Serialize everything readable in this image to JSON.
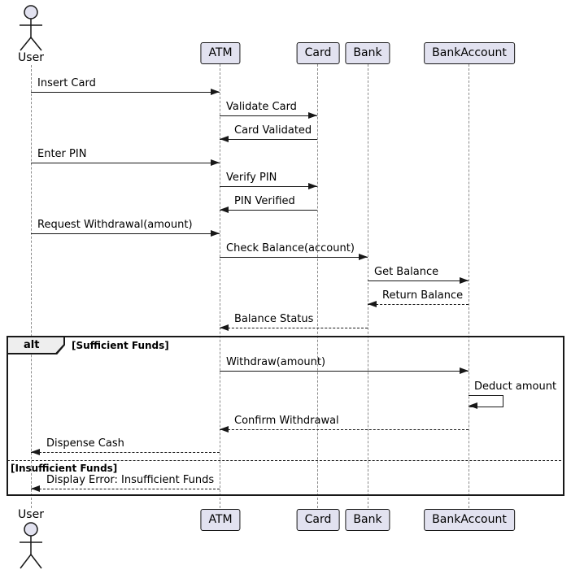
{
  "diagram_type": "uml-sequence-diagram",
  "participants": {
    "user": {
      "label": "User",
      "kind": "actor"
    },
    "atm": {
      "label": "ATM",
      "kind": "participant"
    },
    "card": {
      "label": "Card",
      "kind": "participant"
    },
    "bank": {
      "label": "Bank",
      "kind": "participant"
    },
    "bankaccount": {
      "label": "BankAccount",
      "kind": "participant"
    }
  },
  "messages": [
    {
      "label": "Insert Card",
      "from": "User",
      "to": "ATM",
      "line": "solid"
    },
    {
      "label": "Validate Card",
      "from": "ATM",
      "to": "Card",
      "line": "solid"
    },
    {
      "label": "Card Validated",
      "from": "Card",
      "to": "ATM",
      "line": "solid"
    },
    {
      "label": "Enter PIN",
      "from": "User",
      "to": "ATM",
      "line": "solid"
    },
    {
      "label": "Verify PIN",
      "from": "ATM",
      "to": "Card",
      "line": "solid"
    },
    {
      "label": "PIN Verified",
      "from": "Card",
      "to": "ATM",
      "line": "solid"
    },
    {
      "label": "Request Withdrawal(amount)",
      "from": "User",
      "to": "ATM",
      "line": "solid"
    },
    {
      "label": "Check Balance(account)",
      "from": "ATM",
      "to": "Bank",
      "line": "solid"
    },
    {
      "label": "Get Balance",
      "from": "Bank",
      "to": "BankAccount",
      "line": "solid"
    },
    {
      "label": "Return Balance",
      "from": "BankAccount",
      "to": "Bank",
      "line": "dotted"
    },
    {
      "label": "Balance Status",
      "from": "Bank",
      "to": "ATM",
      "line": "dotted"
    },
    {
      "label": "Withdraw(amount)",
      "from": "ATM",
      "to": "BankAccount",
      "line": "solid"
    },
    {
      "label": "Deduct amount",
      "from": "BankAccount",
      "to": "BankAccount",
      "line": "solid",
      "self": true
    },
    {
      "label": "Confirm Withdrawal",
      "from": "BankAccount",
      "to": "ATM",
      "line": "dotted"
    },
    {
      "label": "Dispense Cash",
      "from": "ATM",
      "to": "User",
      "line": "dotted"
    },
    {
      "label": "Display Error: Insufficient Funds",
      "from": "ATM",
      "to": "User",
      "line": "dotted"
    }
  ],
  "alt_frame": {
    "operator": "alt",
    "guard_1": "[Sufficient Funds]",
    "guard_2": "[Insufficient Funds]"
  },
  "colors": {
    "participant_fill": "#E2E2F0",
    "participant_border": "#181818",
    "lifeline": "#8A8A8A",
    "frame_border": "#181818",
    "operator_fill": "#EEEEEE",
    "text": "#000000",
    "background": "#FFFFFF"
  }
}
